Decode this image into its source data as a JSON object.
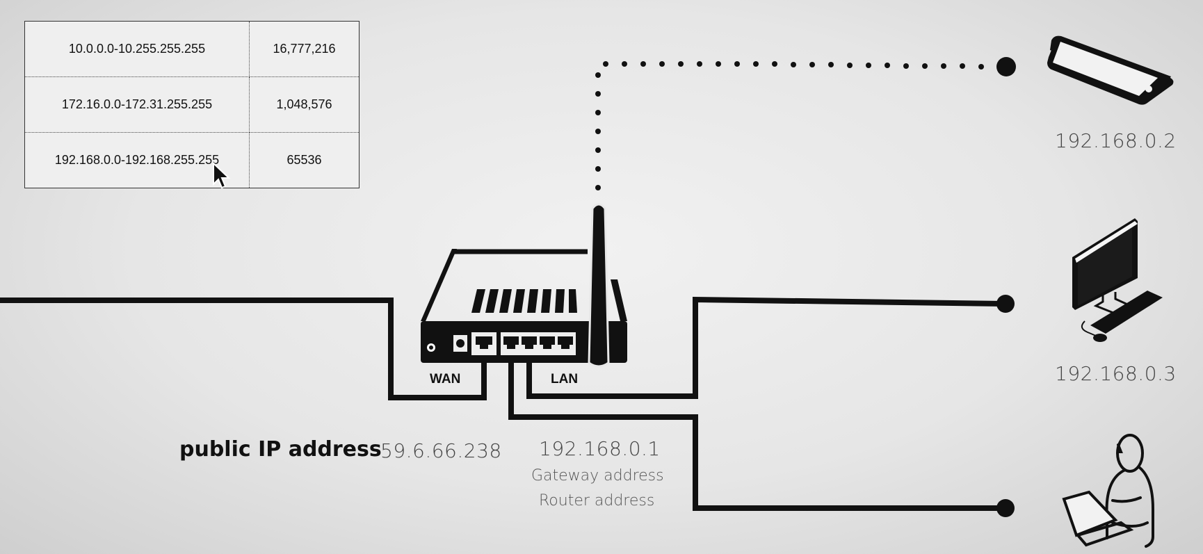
{
  "ip_range_table": {
    "rows": [
      {
        "range": "10.0.0.0-10.255.255.255",
        "count": "16,777,216"
      },
      {
        "range": "172.16.0.0-172.31.255.255",
        "count": "1,048,576"
      },
      {
        "range": "192.168.0.0-192.168.255.255",
        "count": "65536"
      }
    ]
  },
  "router": {
    "wan_label": "WAN",
    "lan_label": "LAN"
  },
  "public_ip": {
    "label": "public IP address",
    "value": "59.6.66.238"
  },
  "gateway": {
    "ip": "192.168.0.1",
    "line1": "Gateway address",
    "line2": "Router address"
  },
  "devices": [
    {
      "icon": "smartphone-icon",
      "ip": "192.168.0.2",
      "link": "wireless"
    },
    {
      "icon": "desktop-computer-icon",
      "ip": "192.168.0.3",
      "link": "wired"
    },
    {
      "icon": "person-laptop-icon",
      "ip": "",
      "link": "wired"
    }
  ],
  "colors": {
    "line": "#111111",
    "background": "#e8e8e8",
    "muted_text": "#444444"
  }
}
